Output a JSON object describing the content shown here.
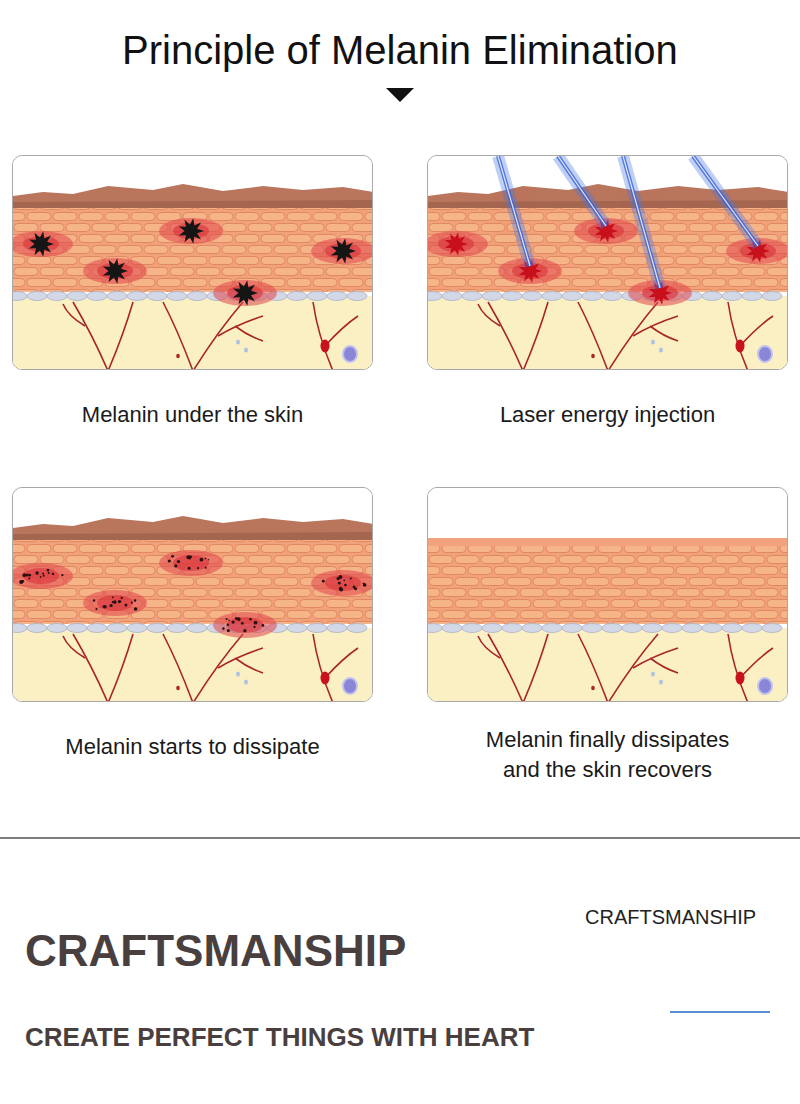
{
  "diagram": {
    "title": "Principle of Melanin Elimination",
    "nodes": [
      {
        "text": [
          "Melanin under the skin"
        ]
      },
      {
        "text": [
          "Laser energy injection"
        ]
      },
      {
        "text": [
          "Melanin starts to dissipate"
        ]
      },
      {
        "text": [
          "Melanin finally dissipates and the skin recovers"
        ]
      }
    ],
    "labels": [
      "CRAFTSMANSHIP",
      "CRAFTSMANSHIP",
      "CREATE PERFECT THINGS WITH HEART"
    ]
  }
}
